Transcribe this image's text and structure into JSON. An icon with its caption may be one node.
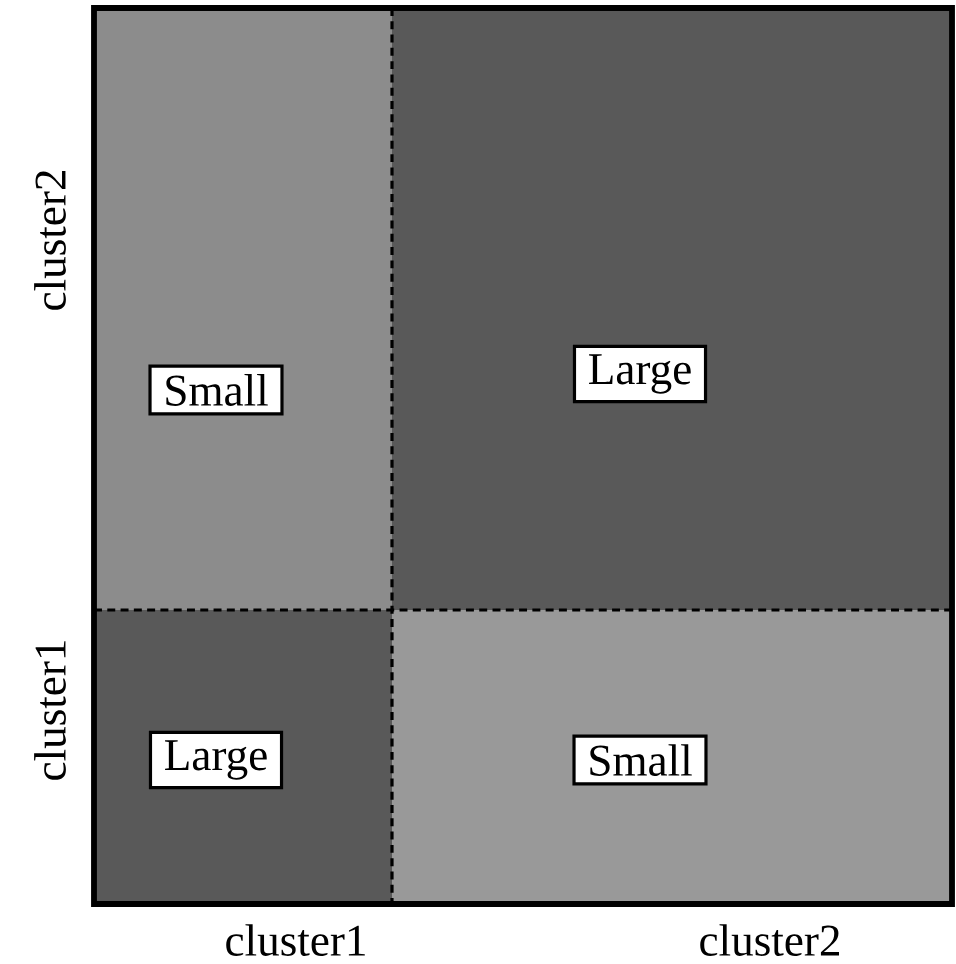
{
  "diagram": {
    "nodes": [
      {
        "text": [
          "Small"
        ]
      },
      {
        "text": [
          "Large"
        ]
      },
      {
        "text": [
          "Large"
        ]
      },
      {
        "text": [
          "Small"
        ]
      }
    ],
    "labels": [
      "cluster2",
      "cluster1",
      "cluster1",
      "cluster2"
    ]
  }
}
